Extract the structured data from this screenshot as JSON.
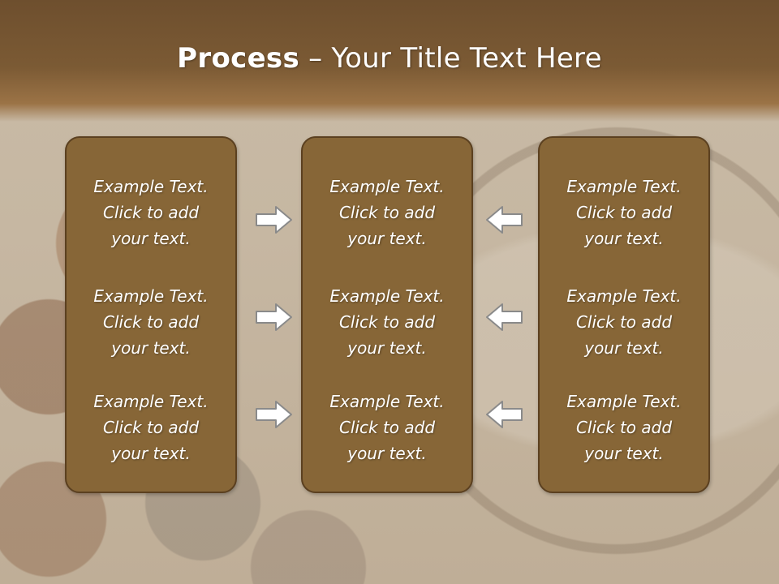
{
  "slide": {
    "title_bold": "Process",
    "title_rest": " – Your Title Text Here"
  },
  "columns": [
    {
      "items": [
        "Example Text.\nClick  to add\nyour text.",
        "Example Text.\nClick  to add\nyour text.",
        "Example Text.\nClick  to add\nyour text."
      ]
    },
    {
      "items": [
        "Example Text.\nClick  to add\nyour text.",
        "Example Text.\nClick  to add\nyour text.",
        "Example Text.\nClick  to add\nyour text."
      ]
    },
    {
      "items": [
        "Example Text.\nClick  to add\nyour text.",
        "Example Text.\nClick  to add\nyour text.",
        "Example Text.\nClick  to add\nyour text."
      ]
    }
  ],
  "icons": {
    "left_arrows": "arrow-right-icon",
    "right_arrows": "arrow-left-icon"
  },
  "colors": {
    "header": "#7b5a34",
    "box_fill": "#876637",
    "box_border": "#5b4020",
    "text": "#ffffff"
  }
}
